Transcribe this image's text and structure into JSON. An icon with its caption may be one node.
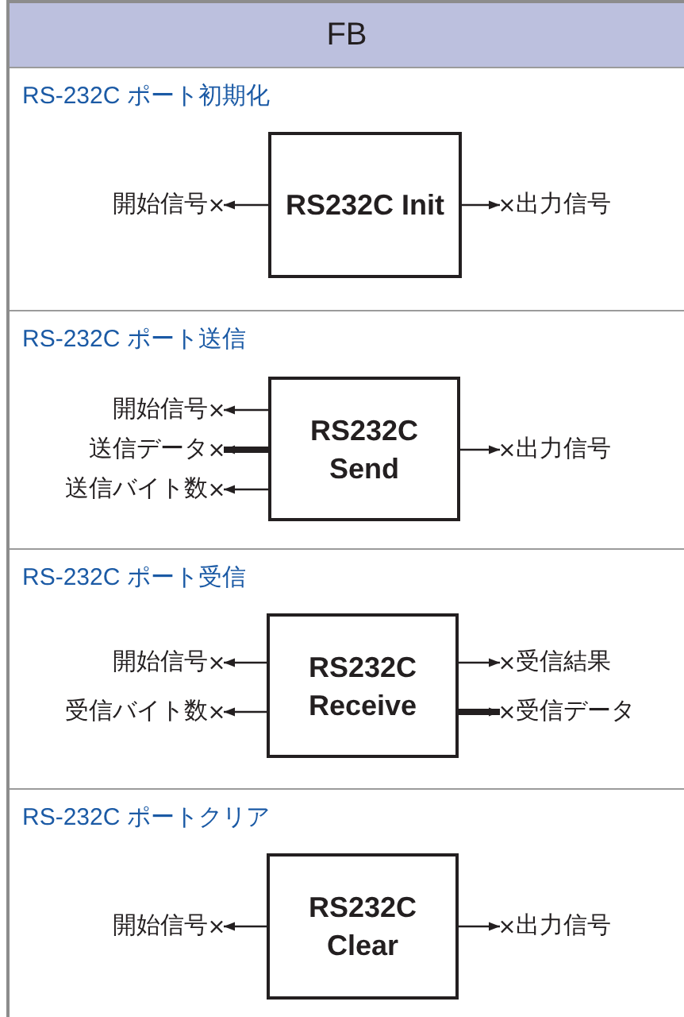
{
  "diagram": {
    "title": "FB",
    "nodes": [
      {
        "text": [
          "RS-232C ポート初期化"
        ]
      },
      {
        "text": [
          "RS232C Init"
        ],
        "in": 0
      },
      {
        "text": [
          "開始信号"
        ],
        "in": 0
      },
      {
        "text": [
          "出力信号"
        ],
        "in": 0
      },
      {
        "text": [
          "RS-232C ポート送信"
        ]
      },
      {
        "text": [
          "RS232C Send"
        ],
        "in": 4
      },
      {
        "text": [
          "開始信号"
        ],
        "in": 4
      },
      {
        "text": [
          "送信データ"
        ],
        "in": 4
      },
      {
        "text": [
          "送信バイト数"
        ],
        "in": 4
      },
      {
        "text": [
          "出力信号"
        ],
        "in": 4
      },
      {
        "text": [
          "RS-232C ポート受信"
        ]
      },
      {
        "text": [
          "RS232C Receive"
        ],
        "in": 10
      },
      {
        "text": [
          "開始信号"
        ],
        "in": 10
      },
      {
        "text": [
          "受信バイト数"
        ],
        "in": 10
      },
      {
        "text": [
          "受信結果"
        ],
        "in": 10
      },
      {
        "text": [
          "受信データ"
        ],
        "in": 10
      },
      {
        "text": [
          "RS-232C ポートクリア"
        ]
      },
      {
        "text": [
          "RS232C Clear"
        ],
        "in": 16
      },
      {
        "text": [
          "開始信号"
        ],
        "in": 16
      },
      {
        "text": [
          "出力信号"
        ],
        "in": 16
      }
    ],
    "edges": [
      {
        "from": 1,
        "to": 2,
        "arrow": "to"
      },
      {
        "from": 1,
        "to": 3,
        "arrow": "to"
      },
      {
        "from": 5,
        "to": 6,
        "arrow": "to"
      },
      {
        "from": 5,
        "to": 7,
        "arrow": "to",
        "style": "thick"
      },
      {
        "from": 5,
        "to": 8,
        "arrow": "to"
      },
      {
        "from": 5,
        "to": 9,
        "arrow": "to"
      },
      {
        "from": 11,
        "to": 12,
        "arrow": "to"
      },
      {
        "from": 11,
        "to": 13,
        "arrow": "to"
      },
      {
        "from": 11,
        "to": 14,
        "arrow": "to"
      },
      {
        "from": 11,
        "to": 15,
        "arrow": "to",
        "style": "thick"
      },
      {
        "from": 17,
        "to": 18,
        "arrow": "to"
      },
      {
        "from": 17,
        "to": 19,
        "arrow": "to"
      }
    ]
  }
}
